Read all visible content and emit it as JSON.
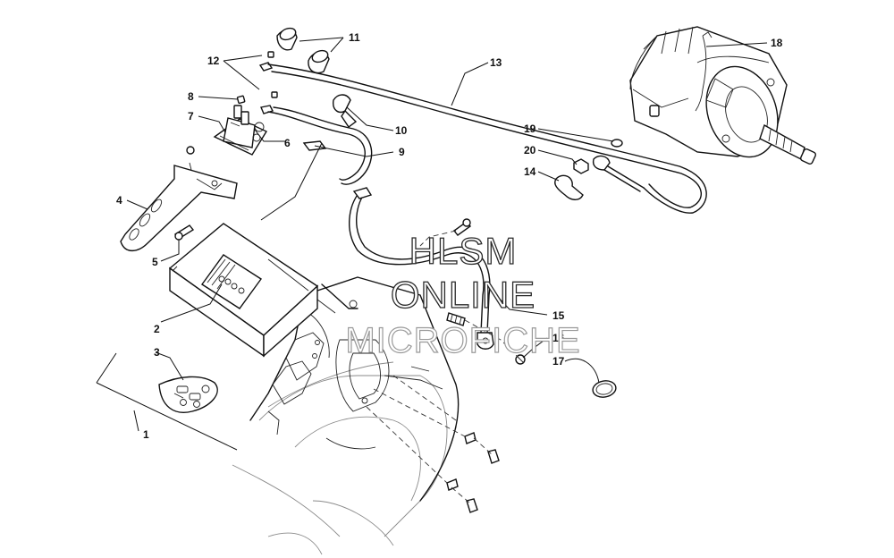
{
  "callouts": {
    "c1": "1",
    "c2": "2",
    "c3": "3",
    "c4": "4",
    "c5": "5",
    "c6": "6",
    "c7": "7",
    "c8": "8",
    "c9": "9",
    "c10": "10",
    "c11": "11",
    "c12": "12",
    "c13": "13",
    "c14": "14",
    "c15": "15",
    "c16": "16",
    "c17": "17",
    "c18": "18",
    "c19": "19",
    "c20": "20"
  },
  "watermark": {
    "line1": "HLSM",
    "line2": "ONLINE",
    "line3": "MICROFICHE"
  }
}
